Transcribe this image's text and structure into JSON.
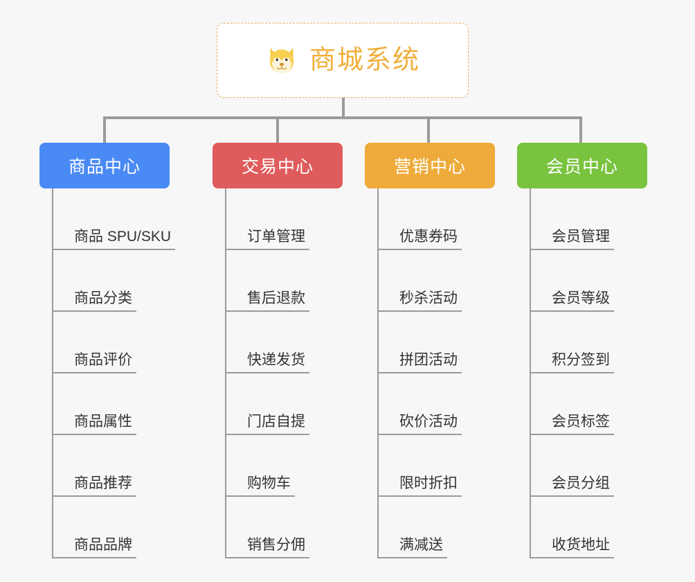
{
  "diagram": {
    "title": "商城系统",
    "root": {
      "label": "商城系统",
      "icon": "dog-face-icon",
      "text_color": "#f0b03c",
      "border_color": "#e8b563",
      "background": "#ffffff"
    },
    "connector_color": "#9a9a9a",
    "canvas_background": "#f7f7f7",
    "categories": [
      {
        "label": "商品中心",
        "color": "#4a8af4",
        "items": [
          "商品 SPU/SKU",
          "商品分类",
          "商品评价",
          "商品属性",
          "商品推荐",
          "商品品牌"
        ]
      },
      {
        "label": "交易中心",
        "color": "#e05c5c",
        "items": [
          "订单管理",
          "售后退款",
          "快递发货",
          "门店自提",
          "购物车",
          "销售分佣"
        ]
      },
      {
        "label": "营销中心",
        "color": "#eeab3c",
        "items": [
          "优惠券码",
          "秒杀活动",
          "拼团活动",
          "砍价活动",
          "限时折扣",
          "满减送"
        ]
      },
      {
        "label": "会员中心",
        "color": "#79c33f",
        "items": [
          "会员管理",
          "会员等级",
          "积分签到",
          "会员标签",
          "会员分组",
          "收货地址"
        ]
      }
    ]
  }
}
